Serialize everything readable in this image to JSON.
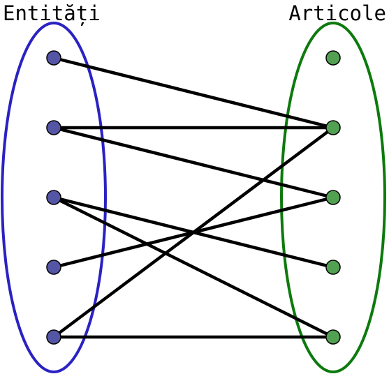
{
  "diagram": {
    "type": "bipartite-graph",
    "left_set": {
      "title": "Entități",
      "border_color": "#2a22c2",
      "node_color": "#5555a5",
      "nodes": [
        "L1",
        "L2",
        "L3",
        "L4",
        "L5"
      ]
    },
    "right_set": {
      "title": "Articole",
      "border_color": "#0d7a0d",
      "node_color": "#52a152",
      "nodes": [
        "R1",
        "R2",
        "R3",
        "R4",
        "R5"
      ]
    },
    "edge_color": "#000000",
    "edges": [
      [
        "L1",
        "R2"
      ],
      [
        "L2",
        "R2"
      ],
      [
        "L2",
        "R3"
      ],
      [
        "L3",
        "R4"
      ],
      [
        "L3",
        "R5"
      ],
      [
        "L4",
        "R3"
      ],
      [
        "L5",
        "R2"
      ],
      [
        "L5",
        "R5"
      ]
    ]
  }
}
